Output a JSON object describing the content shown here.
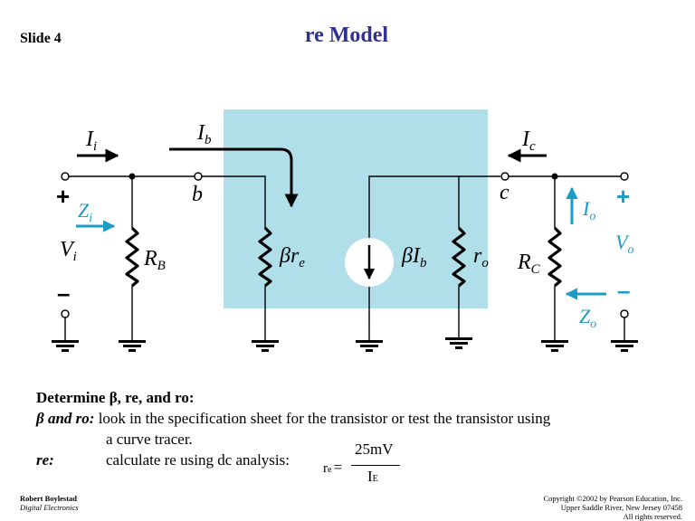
{
  "slide": {
    "number_label": "Slide 4",
    "title": "re Model"
  },
  "colors": {
    "title": "#2e3192",
    "model_box": "#b0dfea",
    "annotation_blue": "#1b9cc4",
    "wire": "#000000"
  },
  "circuit": {
    "labels": {
      "Ii": {
        "main": "I",
        "sub": "i"
      },
      "Ib": {
        "main": "I",
        "sub": "b"
      },
      "Ic": {
        "main": "I",
        "sub": "c"
      },
      "Io": {
        "main": "I",
        "sub": "o"
      },
      "Zi": {
        "main": "Z",
        "sub": "i"
      },
      "Zo": {
        "main": "Z",
        "sub": "o"
      },
      "Vi": {
        "main": "V",
        "sub": "i"
      },
      "Vo": {
        "main": "V",
        "sub": "o"
      },
      "RB": {
        "main": "R",
        "sub": "B"
      },
      "RC": {
        "main": "R",
        "sub": "C"
      },
      "beta_re": {
        "main": "βr",
        "sub": "e"
      },
      "beta_Ib": {
        "main": "βI",
        "sub": "b"
      },
      "ro": {
        "main": "r",
        "sub": "o"
      },
      "node_b": "b",
      "node_c": "c",
      "plus": "+",
      "minus": "–"
    }
  },
  "body": {
    "heading": "Determine β, re, and ro:",
    "line1_label": "β and ro:",
    "line1_text": " look in the specification sheet for the transistor or test the transistor using",
    "line2_text": "a curve tracer.",
    "line3_label": "re:",
    "line3_text": "calculate re using dc analysis:",
    "formula": {
      "lhs_main": "r",
      "lhs_sub": "e",
      "equals": "=",
      "numerator": "25mV",
      "denominator_main": "I",
      "denominator_sub": "E"
    }
  },
  "footer": {
    "author": "Robert Boylestad",
    "book": "Digital Electronics",
    "copyright_line1": "Copyright ©2002 by Pearson Education, Inc.",
    "copyright_line2": "Upper Saddle River, New Jersey 07458",
    "copyright_line3": "All rights reserved."
  }
}
